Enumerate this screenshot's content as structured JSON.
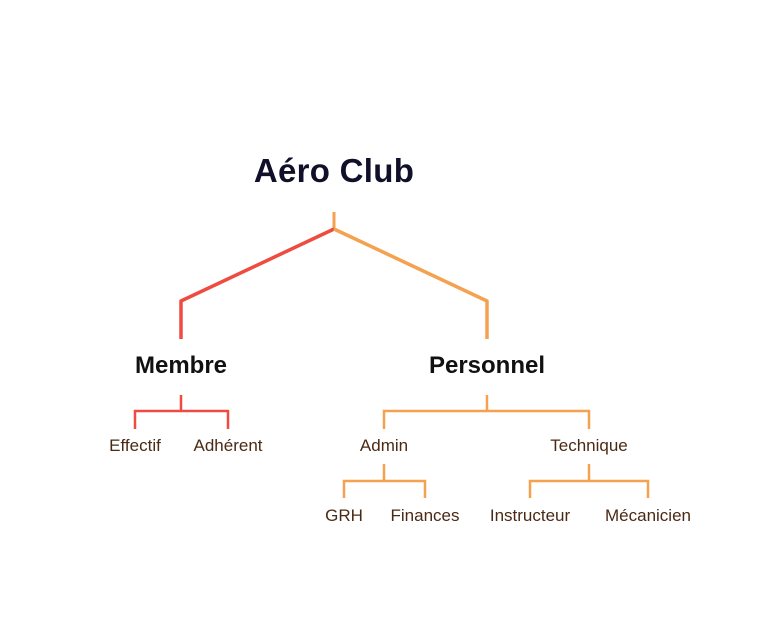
{
  "tree": {
    "root": "Aéro Club",
    "membre": {
      "label": "Membre",
      "children": [
        "Effectif",
        "Adhérent"
      ]
    },
    "personnel": {
      "label": "Personnel",
      "admin": {
        "label": "Admin",
        "children": [
          "GRH",
          "Finances"
        ]
      },
      "technique": {
        "label": "Technique",
        "children": [
          "Instructeur",
          "Mécanicien"
        ]
      }
    }
  },
  "colors": {
    "membre_branch": "#ee4b41",
    "personnel_branch": "#f4a24f"
  }
}
